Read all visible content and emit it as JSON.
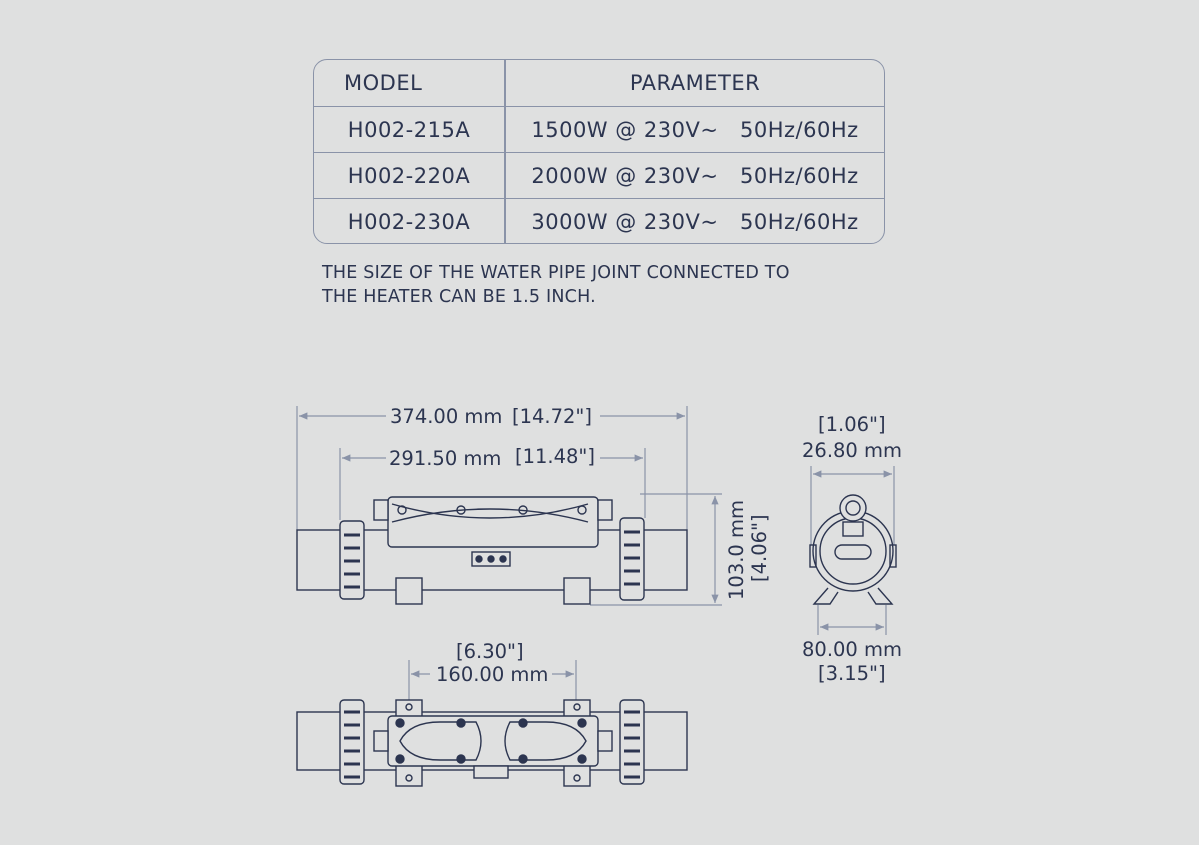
{
  "table": {
    "headers": [
      "MODEL",
      "PARAMETER"
    ],
    "rows": [
      {
        "model": "H002-215A",
        "parameter": "1500W @ 230V~   50Hz/60Hz"
      },
      {
        "model": "H002-220A",
        "parameter": "2000W @ 230V~   50Hz/60Hz"
      },
      {
        "model": "H002-230A",
        "parameter": "3000W @ 230V~   50Hz/60Hz"
      }
    ]
  },
  "note": {
    "line1": "THE SIZE OF THE WATER PIPE JOINT CONNECTED TO",
    "line2": "THE HEATER CAN BE 1.5 INCH."
  },
  "dimensions": {
    "overall_length_mm": "374.00 mm",
    "overall_length_in": "[14.72\"]",
    "body_length_mm": "291.50 mm",
    "body_length_in": "[11.48\"]",
    "height_mm": "103.0 mm",
    "height_in": "[4.06\"]",
    "side_width_in": "[1.06\"]",
    "side_width_mm": "26.80 mm",
    "foot_span_mm": "80.00 mm",
    "foot_span_in": "[3.15\"]",
    "mount_spacing_in": "[6.30\"]",
    "mount_spacing_mm": "160.00 mm"
  },
  "colors": {
    "background": "#dfe0e0",
    "ink": "#2c3550",
    "dimension_line": "#8a93a8"
  }
}
